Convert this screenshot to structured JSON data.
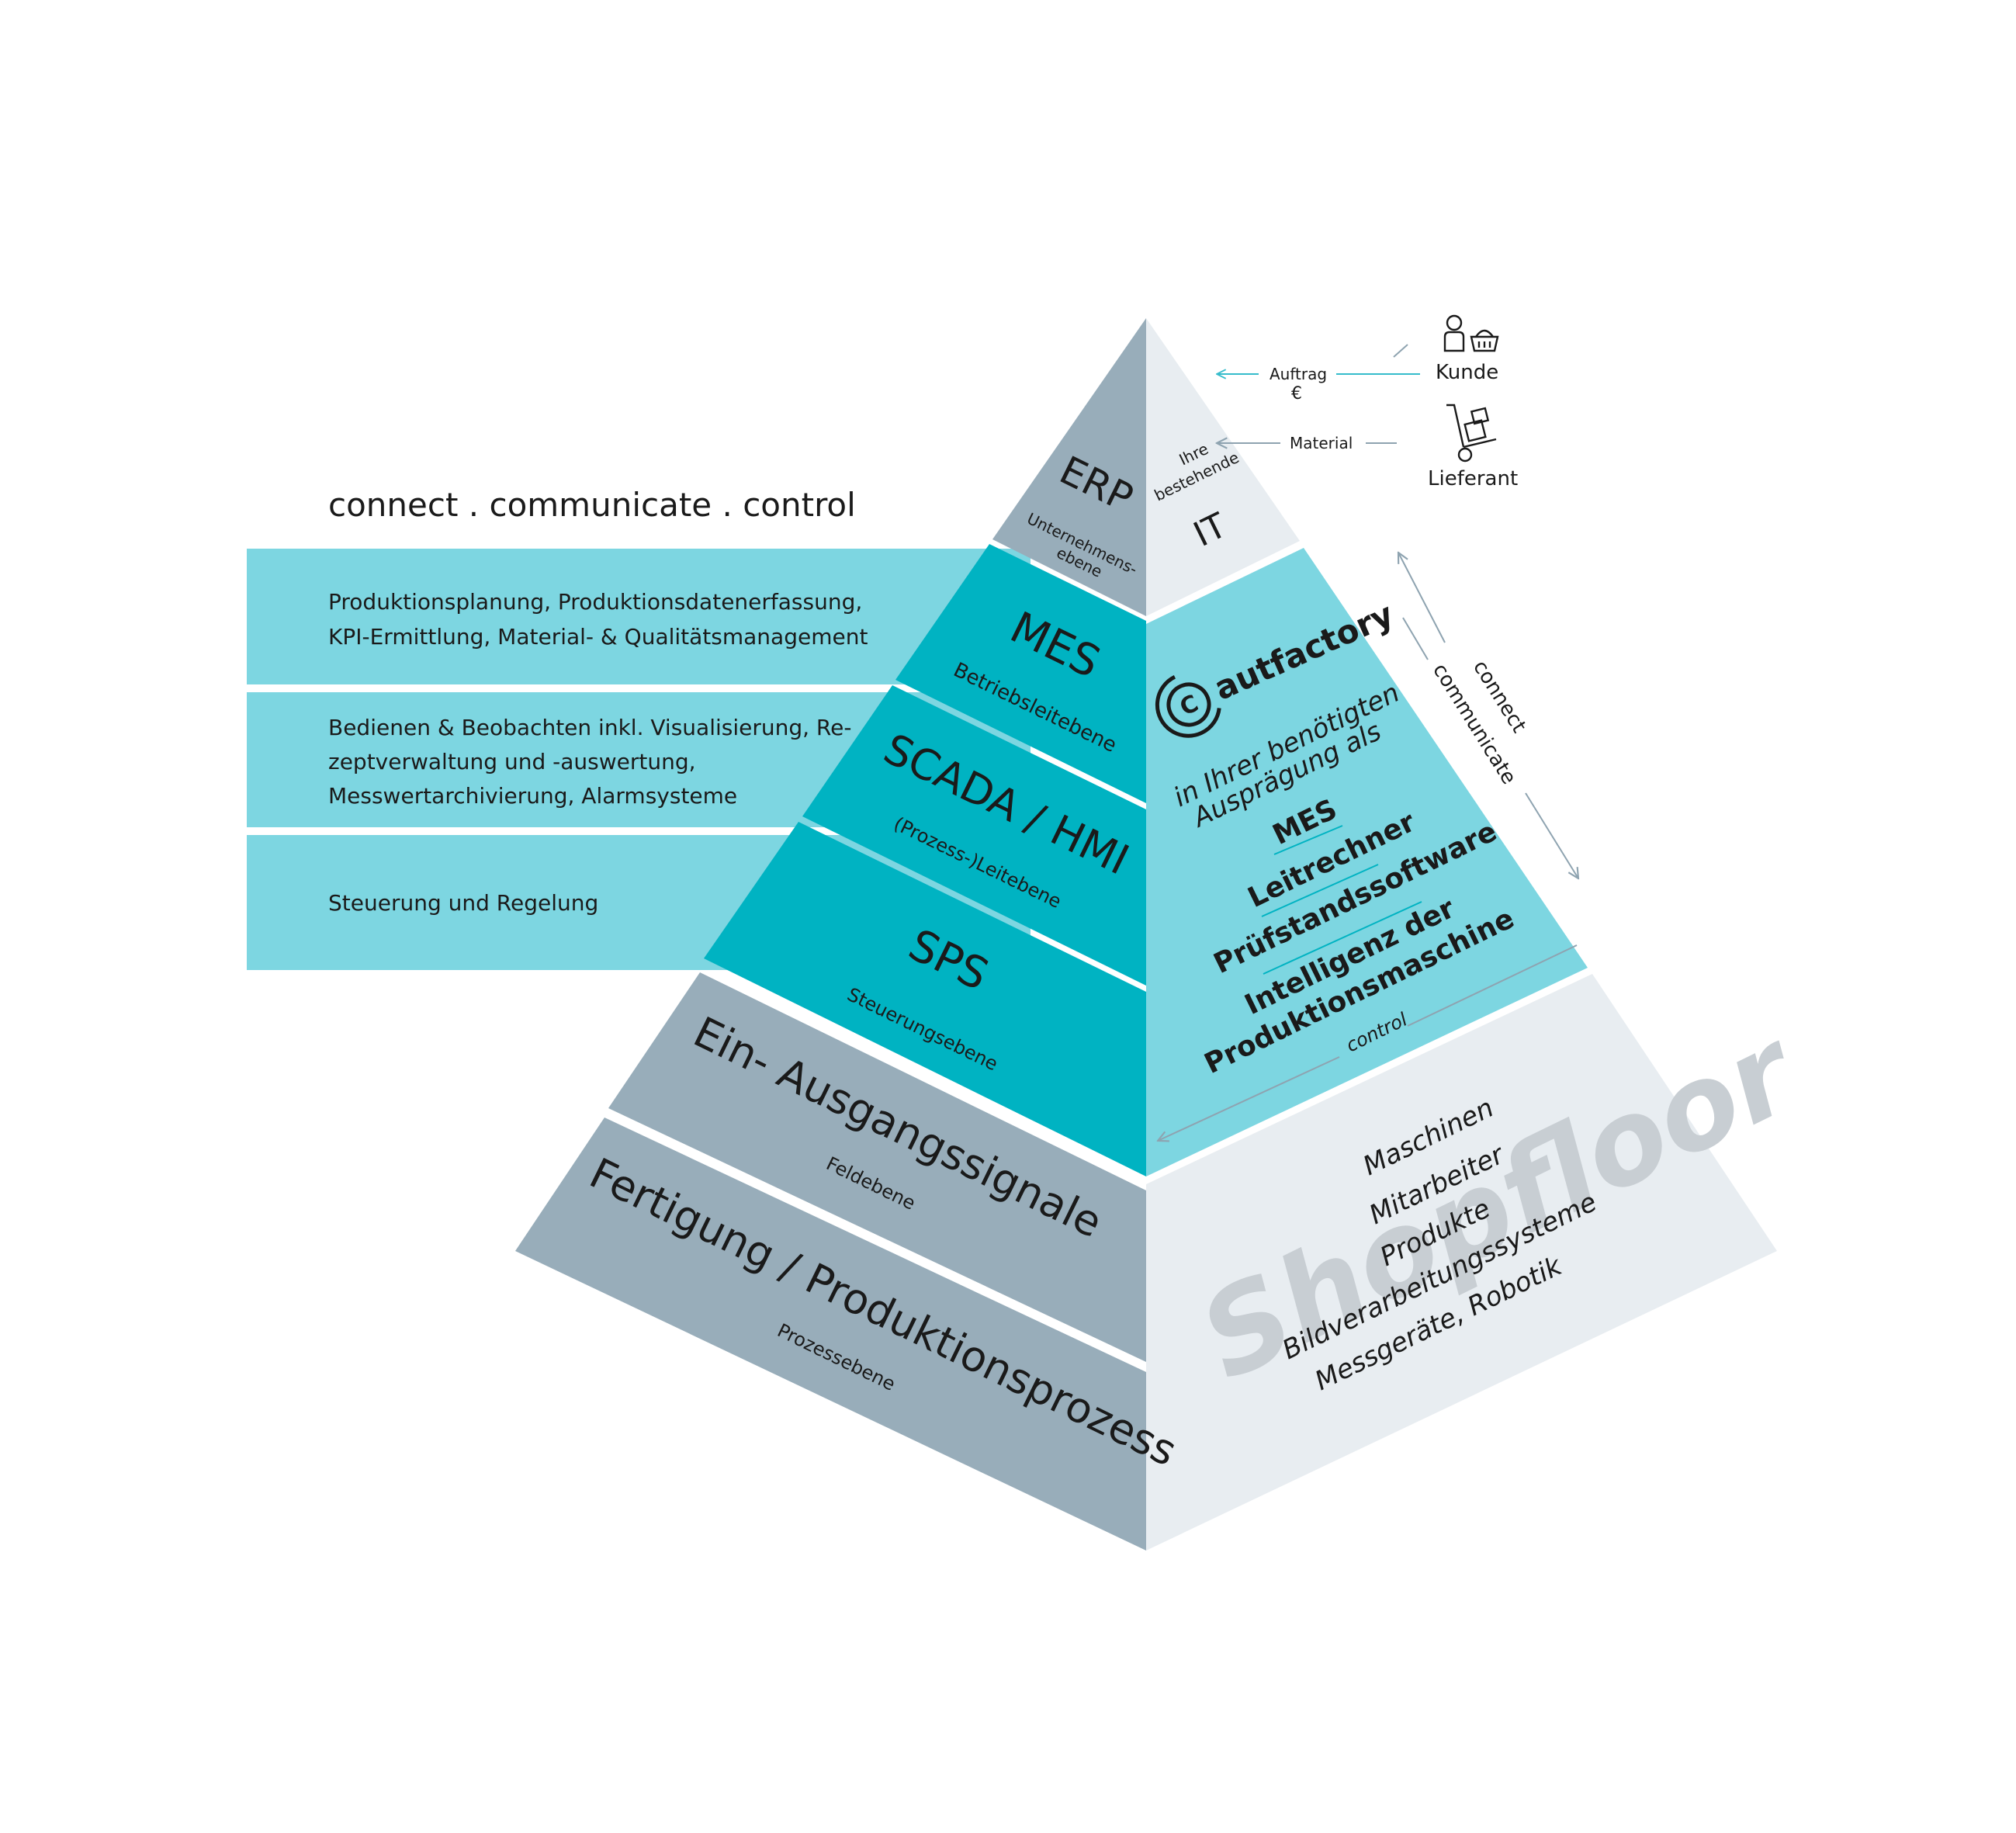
{
  "tagline": "connect . communicate . control",
  "bands": [
    {
      "line1": "Produktionsplanung, Produktionsdatenerfassung,",
      "line2": "KPI-Ermittlung, Material- & Qualitätsmanagement"
    },
    {
      "line1": "Bedienen & Beobachten inkl. Visualisierung, Re-",
      "line2": "zeptverwaltung und -auswertung,",
      "line3": "Messwertarchivierung, Alarmsysteme"
    },
    {
      "line1": "Steuerung und Regelung"
    }
  ],
  "levels": {
    "erp": {
      "title": "ERP",
      "sub1": "Unternehmens-",
      "sub2": "ebene"
    },
    "mes": {
      "title": "MES",
      "sub": "Betriebsleitebene"
    },
    "scada": {
      "title": "SCADA / HMI",
      "sub": "(Prozess-)Leitebene"
    },
    "sps": {
      "title": "SPS",
      "sub": "Steuerungsebene"
    },
    "io": {
      "title": "Ein- Ausgangssignale",
      "sub": "Feldebene"
    },
    "fert": {
      "title": "Fertigung / Produktionsprozess",
      "sub": "Prozessebene"
    }
  },
  "it": {
    "line1": "Ihre",
    "line2": "bestehende",
    "label": "IT"
  },
  "brand": {
    "name": "autfactory",
    "glyph": "C"
  },
  "right_face": {
    "intro1": "in Ihrer benötigten",
    "intro2": "Ausprägung als",
    "items": [
      "MES",
      "Leitrechner",
      "Prüfstandssoftware",
      "Intelligenz der",
      "Produktionsmaschine"
    ]
  },
  "flows": {
    "kunde": "Kunde",
    "lieferant": "Lieferant",
    "auftrag": "Auftrag",
    "euro": "€",
    "material": "Material"
  },
  "arrows": {
    "connect": "connect",
    "communicate": "communicate",
    "control": "control"
  },
  "shopfloor": {
    "watermark": "Shopfloor",
    "items": [
      "Maschinen",
      "Mitarbeiter",
      "Produkte",
      "Bildverarbeitungssysteme",
      "Messgeräte, Robotik"
    ]
  },
  "colors": {
    "cyan_light": "#7dd6e1",
    "teal": "#00b3c2",
    "slate": "#98adba",
    "pale": "#e8edf1",
    "arrow_cyan": "#36bccb"
  },
  "icons": [
    "person-icon",
    "shopping-basket-icon",
    "hand-truck-icon"
  ]
}
